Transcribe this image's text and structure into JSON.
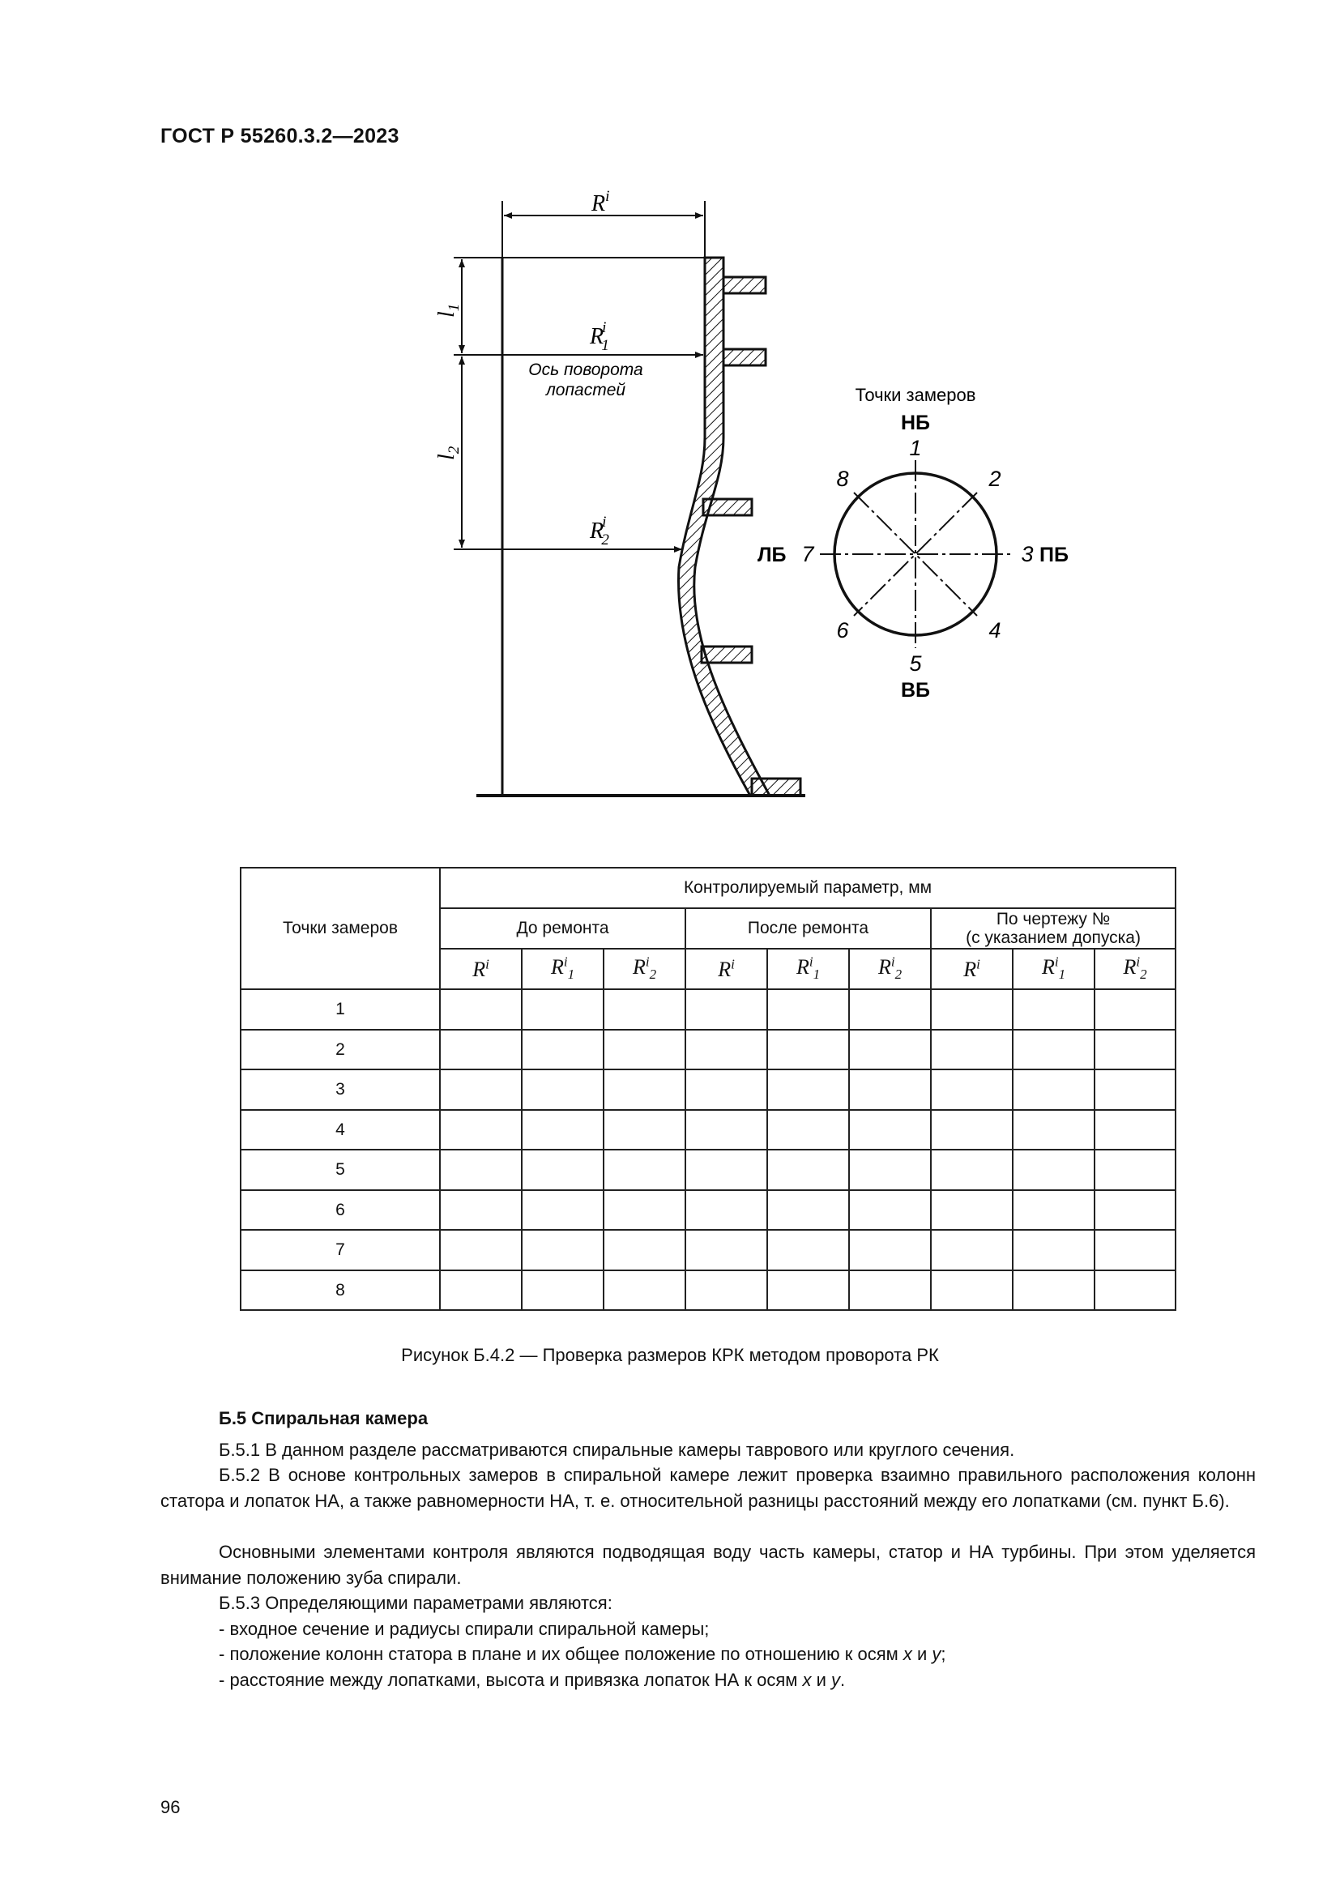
{
  "header": {
    "doc_number": "ГОСТ Р 55260.3.2—2023"
  },
  "figure": {
    "dim_R": "R",
    "dim_R_sup": "i",
    "dim_R1": "R",
    "dim_R1_sub": "1",
    "dim_R1_sup": "i",
    "dim_R2": "R",
    "dim_R2_sub": "2",
    "dim_R2_sup": "i",
    "dim_l1": "l",
    "dim_l1_sub": "1",
    "dim_l2": "l",
    "dim_l2_sub": "2",
    "axis_label_line1": "Ось поворота",
    "axis_label_line2": "лопастей",
    "points_title": "Точки замеров",
    "dir_top": "НБ",
    "dir_bottom": "ВБ",
    "dir_left": "ЛБ",
    "dir_right": "ПБ",
    "points": [
      "1",
      "2",
      "3",
      "4",
      "5",
      "6",
      "7",
      "8"
    ]
  },
  "table": {
    "row_header": "Точки замеров",
    "group_header": "Контролируемый параметр, мм",
    "sub_before": "До ремонта",
    "sub_after": "После ремонта",
    "sub_drawing_line1": "По чертежу №",
    "sub_drawing_line2": "(с указанием допуска)",
    "param_R": "R",
    "param_sup": "i",
    "param_sub1": "1",
    "param_sub2": "2",
    "rows": [
      "1",
      "2",
      "3",
      "4",
      "5",
      "6",
      "7",
      "8"
    ]
  },
  "caption": "Рисунок Б.4.2 — Проверка размеров КРК методом проворота РК",
  "section": {
    "title": "Б.5 Спиральная камера",
    "p1": "Б.5.1 В данном разделе рассматриваются спиральные камеры таврового или круглого сечения.",
    "p2": "Б.5.2 В основе контрольных замеров в спиральной камере лежит проверка взаимно правильного расположения колонн статора и лопаток НА, а также равномерности НА, т. е. относительной разницы расстояний между его лопатками (см. пункт Б.6).",
    "p3": "Основными элементами контроля являются подводящая воду часть камеры, статор и НА турбины. При этом уделяется внимание положению зуба спирали.",
    "p4": "Б.5.3 Определяющими параметрами являются:",
    "item1": "- входное сечение и радиусы спирали спиральной камеры;",
    "item2_pre": "- положение колонн статора в плане и их общее положение по отношению к осям ",
    "item2_x": "x",
    "item2_and": " и ",
    "item2_y": "y",
    "item2_post": ";",
    "item3_pre": "- расстояние между лопатками, высота и привязка лопаток НА к осям ",
    "item3_x": "x",
    "item3_and": " и ",
    "item3_y": "y",
    "item3_post": "."
  },
  "page_number": "96"
}
